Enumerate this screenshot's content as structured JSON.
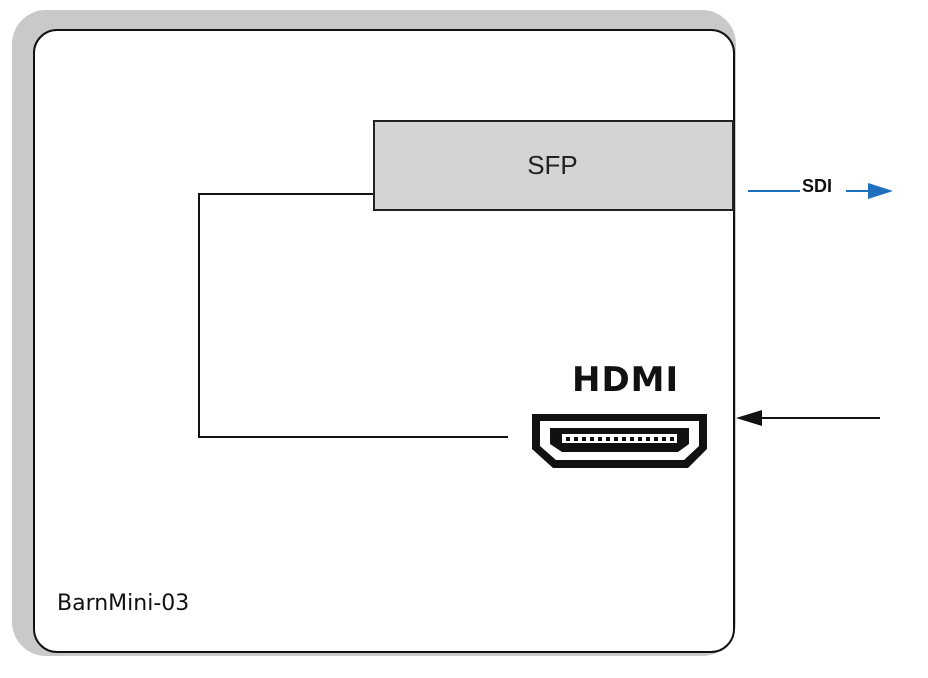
{
  "device": {
    "name": "BarnMini-03"
  },
  "ports": {
    "sfp_label": "SFP",
    "hdmi_label": "HDMI"
  },
  "signals": {
    "output_label": "SDI",
    "output_color": "#1f6fbf",
    "input_color": "#111111"
  },
  "colors": {
    "device_border": "#c9c9c9",
    "sfp_fill": "#d4d4d4"
  }
}
